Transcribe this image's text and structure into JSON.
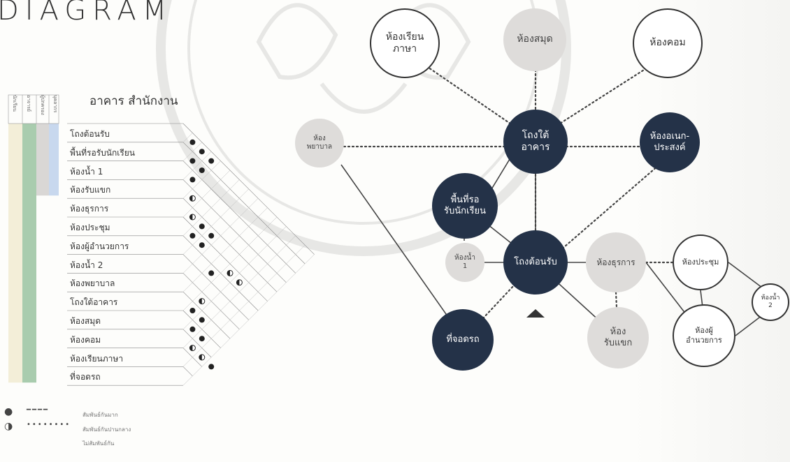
{
  "heading": "DIAGRAM",
  "matrix": {
    "title": "อาคาร สำนักงาน",
    "users": [
      "นักเรียน",
      "อาจารย์",
      "ผู้ปกครอง",
      "บุคลากร"
    ],
    "rooms": [
      "โถงต้อนรับ",
      "พื้นที่รอรับนักเรียน",
      "ห้องน้ำ  1",
      "ห้องรับแขก",
      "ห้องธุรการ",
      "ห้องประชุม",
      "ห้องผู้อำนวยการ",
      "ห้องน้ำ  2",
      "ห้องพยาบาล",
      "โถงใต้อาคาร",
      "ห้องสมุด",
      "ห้องคอม",
      "ห้องเรียนภาษา",
      "ที่จอดรถ"
    ],
    "user_colors": [
      "#f3eed8",
      "#a9ccae",
      "#d9d7d5",
      "#c8d8ee"
    ],
    "relations": [
      {
        "a": 1,
        "b": 2,
        "type": "direct"
      },
      {
        "a": 1,
        "b": 3,
        "type": "direct"
      },
      {
        "a": 2,
        "b": 3,
        "type": "direct"
      },
      {
        "a": 1,
        "b": 4,
        "type": "direct"
      },
      {
        "a": 2,
        "b": 4,
        "type": "direct"
      },
      {
        "a": 3,
        "b": 4,
        "type": "direct"
      },
      {
        "a": 4,
        "b": 5,
        "type": "indirect"
      },
      {
        "a": 5,
        "b": 6,
        "type": "indirect"
      },
      {
        "a": 5,
        "b": 7,
        "type": "direct"
      },
      {
        "a": 6,
        "b": 7,
        "type": "direct"
      },
      {
        "a": 5,
        "b": 8,
        "type": "direct"
      },
      {
        "a": 6,
        "b": 8,
        "type": "direct"
      },
      {
        "a": 7,
        "b": 10,
        "type": "direct"
      },
      {
        "a": 6,
        "b": 11,
        "type": "indirect"
      },
      {
        "a": 10,
        "b": 11,
        "type": "direct"
      },
      {
        "a": 6,
        "b": 12,
        "type": "indirect"
      },
      {
        "a": 9,
        "b": 11,
        "type": "indirect"
      },
      {
        "a": 10,
        "b": 12,
        "type": "direct"
      },
      {
        "a": 11,
        "b": 12,
        "type": "direct"
      },
      {
        "a": 11,
        "b": 13,
        "type": "direct"
      },
      {
        "a": 12,
        "b": 13,
        "type": "indirect"
      },
      {
        "a": 12,
        "b": 14,
        "type": "indirect"
      },
      {
        "a": 12,
        "b": 15,
        "type": "direct"
      }
    ]
  },
  "legend": [
    {
      "symbol": "●",
      "line": "━━━━",
      "label": "สัมพันธ์กันมาก"
    },
    {
      "symbol": "◑",
      "line": "••••••••",
      "label": "สัมพันธ์กันปานกลาง"
    },
    {
      "symbol": "",
      "line": "",
      "label": "ไม่สัมพันธ์กัน"
    }
  ],
  "bubbles": {
    "language": "ห้องเรียน\nภาษา",
    "library": "ห้องสมุด",
    "computer": "ห้องคอม",
    "nurse": "ห้อง\nพยาบาล",
    "under_hall": "โถงใต้\nอาคาร",
    "multipurpose": "ห้องอเนก-\nประสงค์",
    "waiting": "พื้นที่รอ\nรับนักเรียน",
    "restroom1": "ห้องน้ำ\n1",
    "lobby": "โถงต้อนรับ",
    "admin": "ห้องธุรการ",
    "meeting": "ห้องประชุม",
    "restroom2": "ห้องน้ำ\n2",
    "parking": "ที่จอดรถ",
    "guest": "ห้อง\nรับแขก",
    "director": "ห้องผู้\nอำนวยการ"
  },
  "colors": {
    "dark": "#243248",
    "light": "#dedcda",
    "line": "#444444"
  }
}
